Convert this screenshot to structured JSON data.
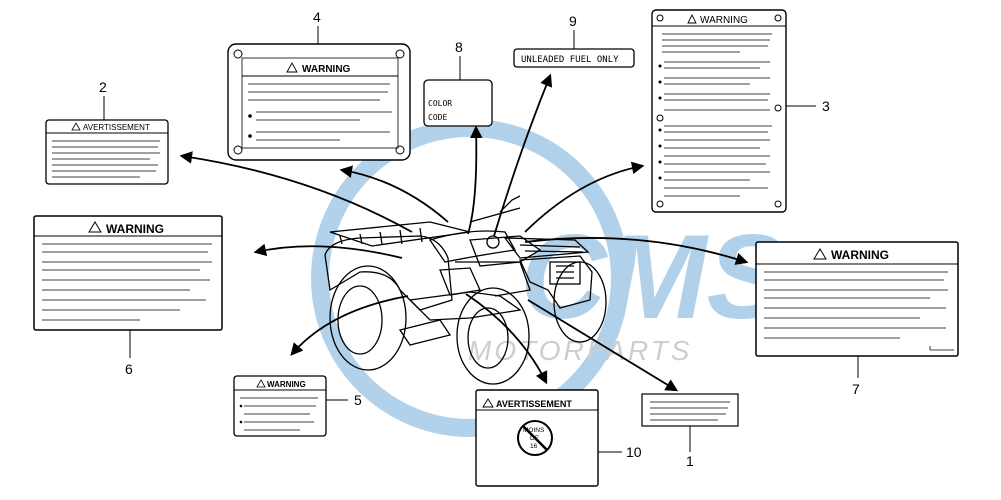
{
  "watermark": {
    "brand": "CMS",
    "sub": "MOTORPARTS",
    "color": "#a9cde8"
  },
  "callouts": {
    "n1": "1",
    "n2": "2",
    "n3": "3",
    "n4": "4",
    "n5": "5",
    "n6": "6",
    "n7": "7",
    "n8": "8",
    "n9": "9",
    "n10": "10"
  },
  "labels": {
    "warning": "WARNING",
    "avertissement": "AVERTISSEMENT",
    "unleaded": "UNLEADED FUEL ONLY",
    "color_line1": "COLOR",
    "color_line2": "CODE",
    "moins_1": "MOINS",
    "moins_2": "DE",
    "moins_3": "16"
  }
}
